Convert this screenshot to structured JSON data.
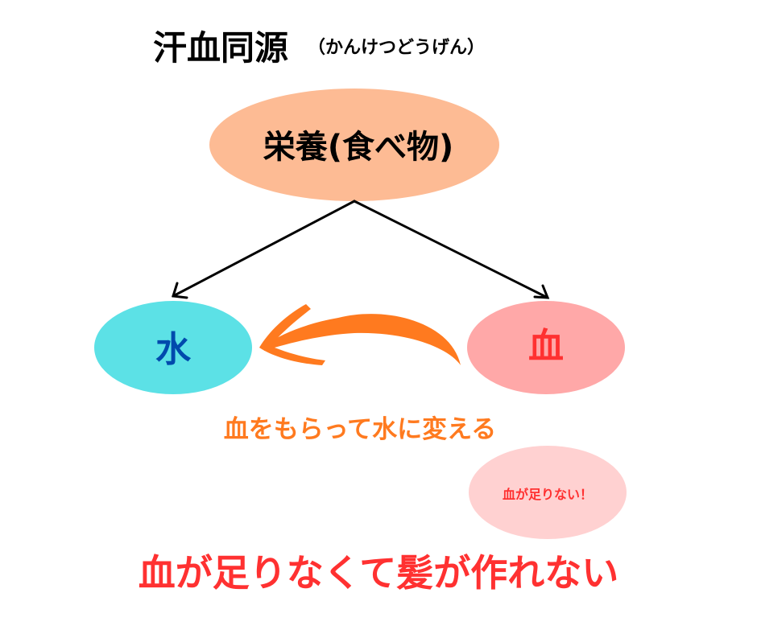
{
  "title": {
    "main": "汗血同源",
    "reading": "（かんけつどうげん）"
  },
  "nodes": {
    "nutrition": {
      "label": "栄養(食べ物)",
      "fill": "#FDBB94",
      "text_color": "#000000"
    },
    "water": {
      "label": "水",
      "fill": "#5CE1E6",
      "text_color": "#004AAD"
    },
    "blood": {
      "label": "血",
      "fill": "#FFA8A8",
      "text_color": "#FF3131"
    },
    "shortage": {
      "label": "血が足りない！",
      "fill": "#FFD1D1",
      "text_color": "#FF3131"
    }
  },
  "conversion_label": {
    "text": "血をもらって水に変える",
    "color": "#FF7A1F"
  },
  "conclusion": {
    "text": "血が足りなくて髪が作れない",
    "color": "#FF3131"
  }
}
